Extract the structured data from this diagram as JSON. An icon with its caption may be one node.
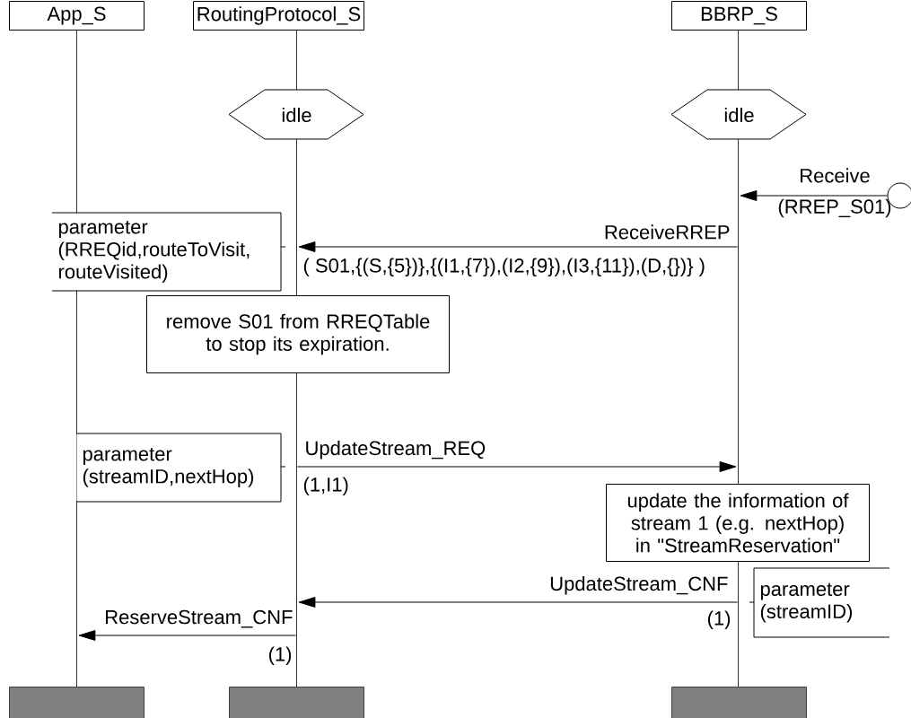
{
  "diagram": {
    "nodes": [
      {
        "text": [
          "App_S"
        ]
      },
      {
        "text": [
          "RoutingProtocol_S"
        ]
      },
      {
        "text": [
          "BBRP_S"
        ]
      },
      {
        "text": [
          "idle"
        ]
      },
      {
        "text": [
          "idle"
        ]
      },
      {
        "text": [
          "parameter (RREQid,routeToVisit, routeVisited)"
        ]
      },
      {
        "text": [
          "remove S01 from RREQTable to stop its expiration."
        ]
      },
      {
        "text": [
          "parameter (streamID,nextHop)"
        ]
      },
      {
        "text": [
          "update the information of stream 1 (e.g. nextHop) in \"StreamReservation\""
        ]
      },
      {
        "text": [
          "parameter (streamID)"
        ]
      },
      {
        "text": [],
        "shape": "circle"
      },
      {
        "text": [],
        "shape": "bar"
      },
      {
        "text": [],
        "shape": "bar"
      },
      {
        "text": [],
        "shape": "bar"
      },
      {
        "text": [],
        "shape": "line"
      },
      {
        "text": [],
        "shape": "line"
      },
      {
        "text": [],
        "shape": "line"
      }
    ],
    "edges": [
      {
        "from": 10,
        "to": 16,
        "arrow": "to",
        "label": "Receive"
      },
      {
        "from": 16,
        "to": 15,
        "arrow": "to",
        "label": "ReceiveRREP"
      },
      {
        "from": 15,
        "to": 16,
        "arrow": "to",
        "label": "UpdateStream_REQ"
      },
      {
        "from": 16,
        "to": 15,
        "arrow": "to",
        "label": "UpdateStream_CNF"
      },
      {
        "from": 15,
        "to": 14,
        "arrow": "to",
        "label": "ReserveStream_CNF"
      },
      {
        "from": 5,
        "to": 15,
        "arrow": "none",
        "style": "dashed"
      },
      {
        "from": 7,
        "to": 15,
        "arrow": "none",
        "style": "dashed"
      },
      {
        "from": 9,
        "to": 16,
        "arrow": "none",
        "style": "dashed"
      }
    ],
    "labels": [
      "(RREP_S01)",
      "( S01,{(S,{5})},{(I1,{7}),(I2,{9}),(I3,{11}),(D,{})} )",
      "(1,I1)",
      "(1)",
      "(1)"
    ]
  }
}
